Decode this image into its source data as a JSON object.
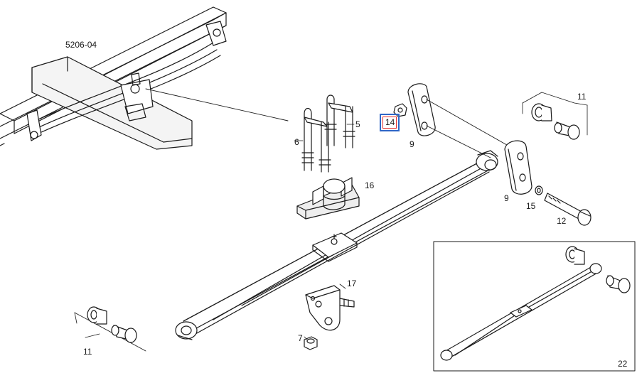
{
  "diagram": {
    "ref_code": "5206-04",
    "callouts": {
      "c11_top": "11",
      "c5": "5",
      "c6": "6",
      "c9_a": "9",
      "c9_b": "9",
      "c14": "14",
      "c15": "15",
      "c12": "12",
      "c16": "16",
      "c17": "17",
      "c7": "7",
      "c11_bottom": "11",
      "c22": "22"
    },
    "highlighted_part": "14",
    "colors": {
      "line": "#1a1a1a",
      "highlight_outer": "#2f67c7",
      "highlight_inner": "#e53030",
      "shade": "#d9d9d9"
    }
  }
}
